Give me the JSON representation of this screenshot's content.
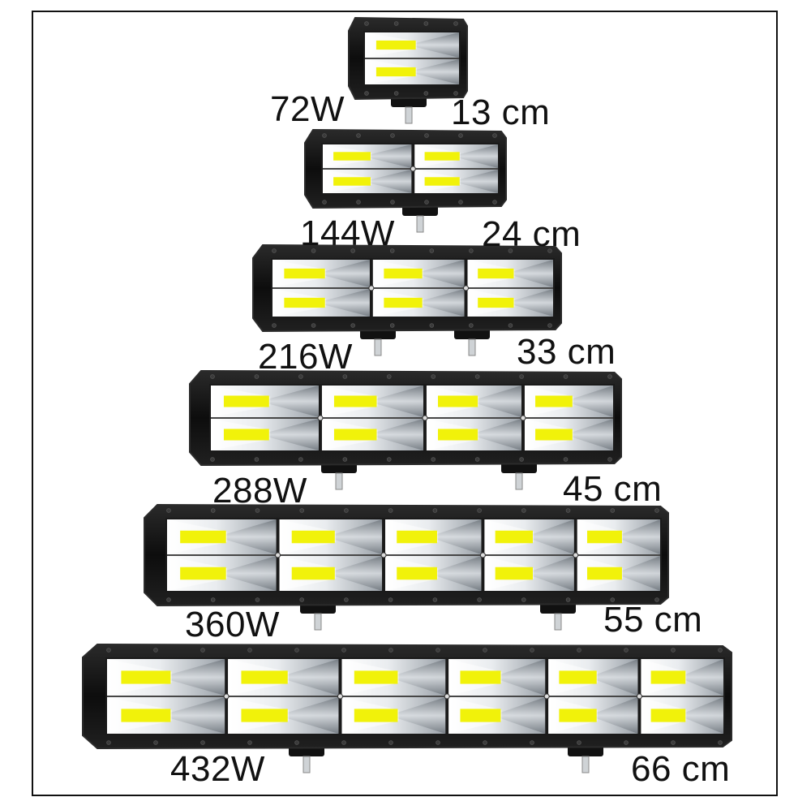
{
  "products": [
    {
      "watt": "72W",
      "length": "13 cm",
      "modules": 1
    },
    {
      "watt": "144W",
      "length": "24 cm",
      "modules": 2
    },
    {
      "watt": "216W",
      "length": "33 cm",
      "modules": 3
    },
    {
      "watt": "288W",
      "length": "45 cm",
      "modules": 4
    },
    {
      "watt": "360W",
      "length": "55 cm",
      "modules": 5
    },
    {
      "watt": "432W",
      "length": "66 cm",
      "modules": 6
    }
  ],
  "colors": {
    "housing": "#141414",
    "housing_edge": "#2b2b2b",
    "reflector_light": "#f2f4f6",
    "reflector_dark": "#7d848b",
    "led_yellow": "#f1f20a",
    "text": "#111111",
    "frame": "#111111"
  }
}
